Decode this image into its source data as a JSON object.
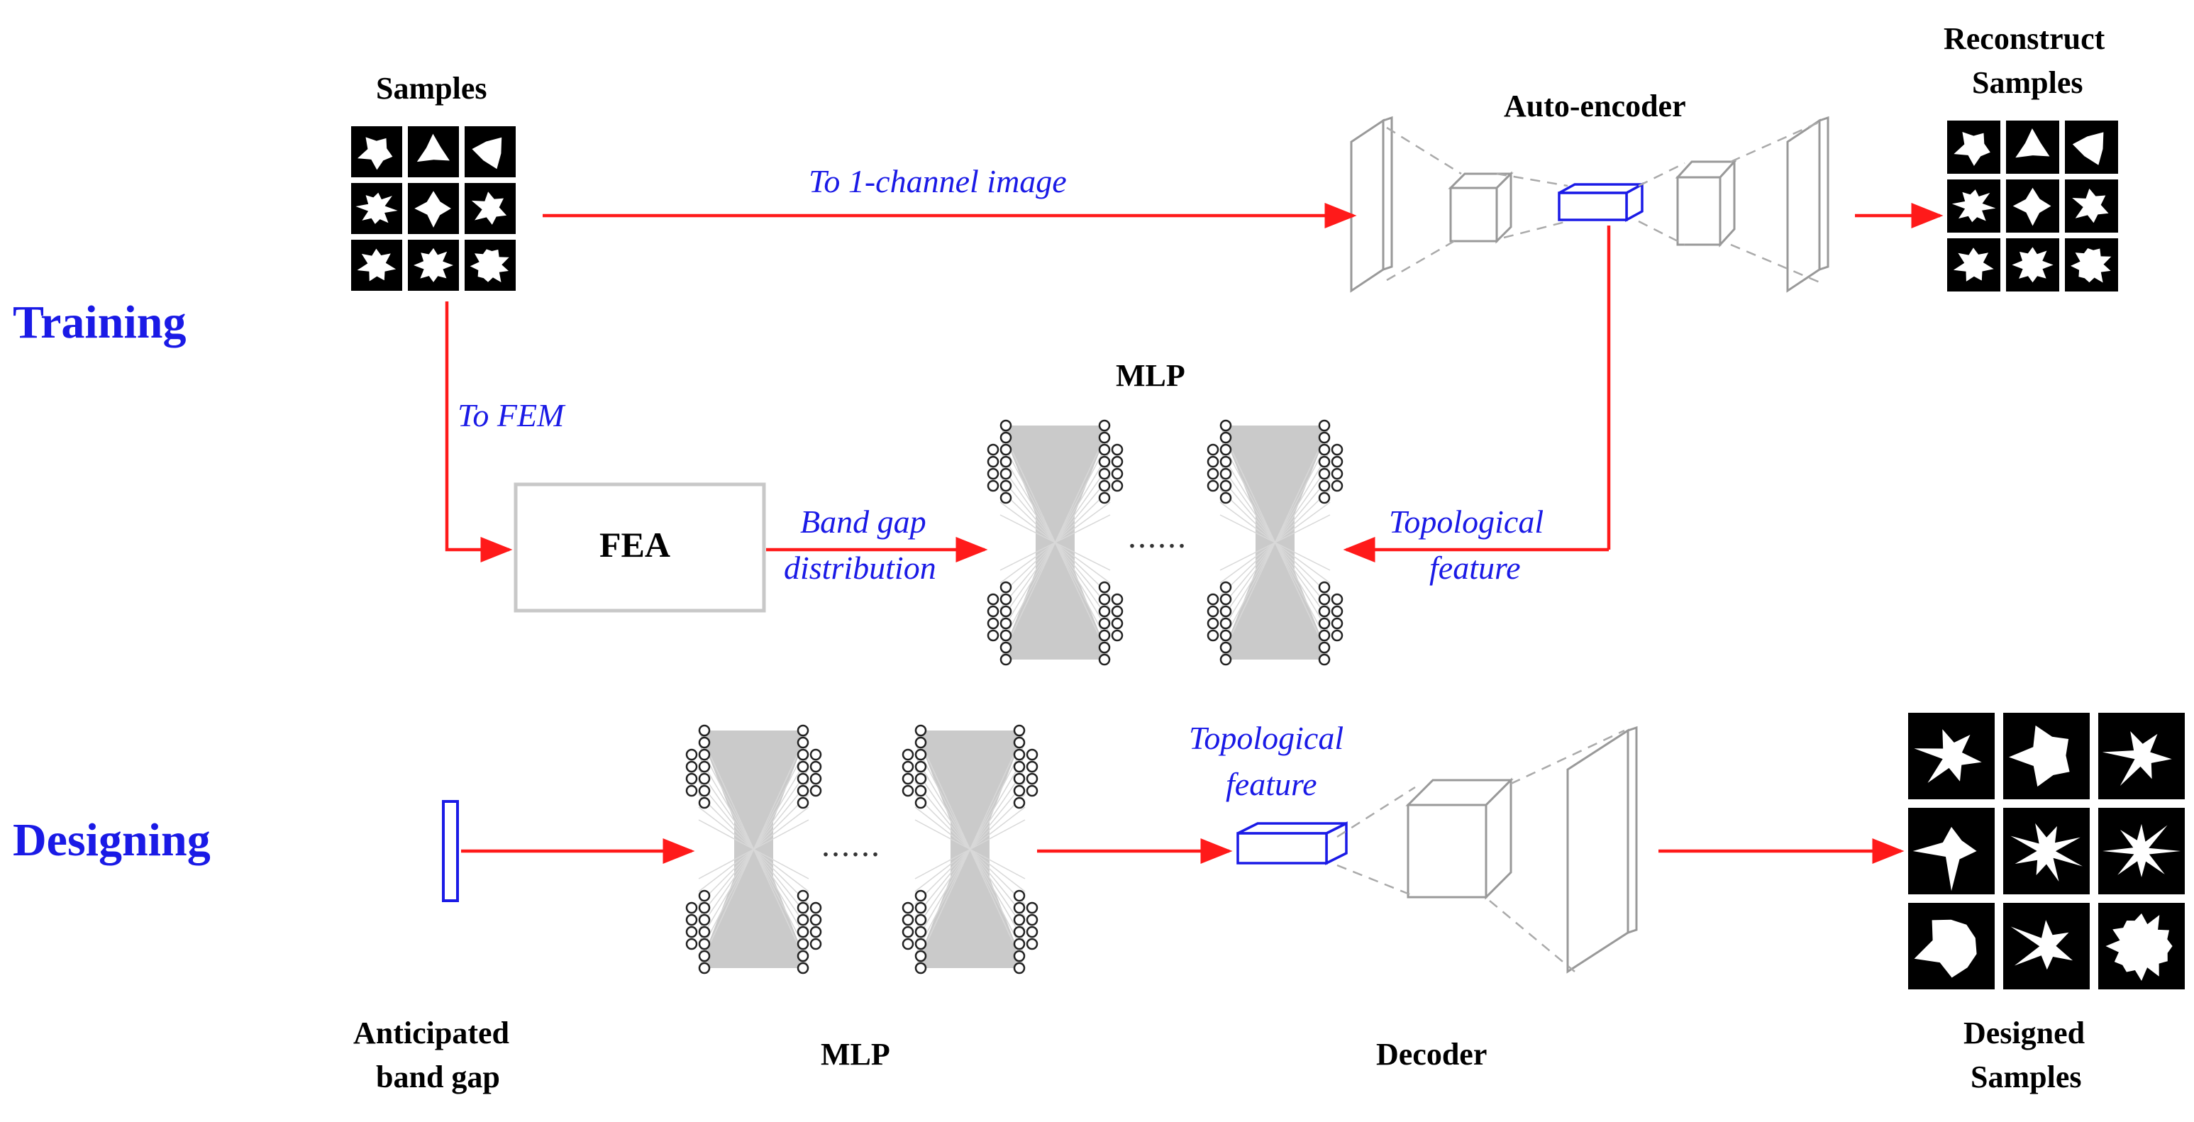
{
  "sections": {
    "training": "Training",
    "designing": "Designing"
  },
  "training": {
    "samples_label": "Samples",
    "autoencoder_label": "Auto-encoder",
    "reconstruct_label_1": "Reconstruct",
    "reconstruct_label_2": "Samples",
    "to_image": "To 1-channel image",
    "to_fem": "To FEM",
    "fea_label": "FEA",
    "band_gap_1": "Band gap",
    "band_gap_2": "distribution",
    "mlp_label": "MLP",
    "ellipsis": "......",
    "topo_1": "Topological",
    "topo_2": "feature"
  },
  "designing": {
    "anticipated_1": "Anticipated",
    "anticipated_2": "band gap",
    "mlp_label": "MLP",
    "ellipsis": "......",
    "topo_1": "Topological",
    "topo_2": "feature",
    "decoder_label": "Decoder",
    "designed_1": "Designed",
    "designed_2": "Samples"
  },
  "colors": {
    "arrow": "#ff1a1a",
    "accent_blue": "#1a1ae6",
    "network_gray": "#b8b8b8",
    "box_gray": "#c8c8c8",
    "tile_bg": "#000000",
    "shape_fill": "#ffffff"
  }
}
